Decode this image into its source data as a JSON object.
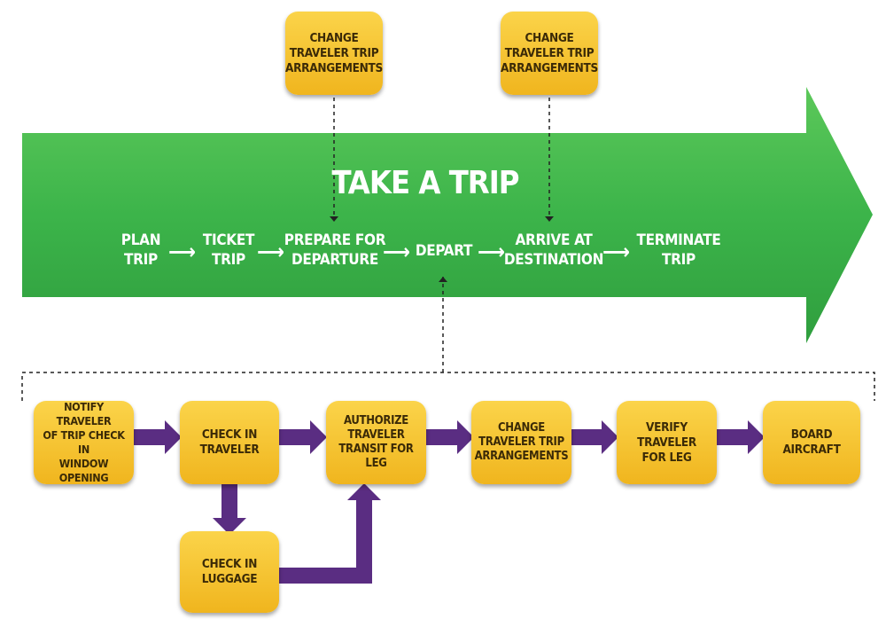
{
  "title": "TAKE A TRIP",
  "top_callouts": [
    {
      "label": "CHANGE\nTRAVELER TRIP\nARRANGEMENTS"
    },
    {
      "label": "CHANGE\nTRAVELER TRIP\nARRANGEMENTS"
    }
  ],
  "steps": [
    {
      "label": "PLAN\nTRIP"
    },
    {
      "label": "TICKET\nTRIP"
    },
    {
      "label": "PREPARE FOR\nDEPARTURE"
    },
    {
      "label": "DEPART"
    },
    {
      "label": "ARRIVE AT\nDESTINATION"
    },
    {
      "label": "TERMINATE\nTRIP"
    }
  ],
  "flow_boxes": [
    {
      "label": "NOTIFY TRAVELER\nOF TRIP CHECK IN\nWINDOW OPENING"
    },
    {
      "label": "CHECK IN\nTRAVELER"
    },
    {
      "label": "AUTHORIZE\nTRAVELER\nTRANSIT FOR LEG"
    },
    {
      "label": "CHANGE\nTRAVELER TRIP\nARRANGEMENTS"
    },
    {
      "label": "VERIFY\nTRAVELER\nFOR LEG"
    },
    {
      "label": "BOARD\nAIRCRAFT"
    }
  ],
  "luggage_box": {
    "label": "CHECK IN\nLUGGAGE"
  },
  "colors": {
    "arrow_green": "#3cb44a",
    "box_yellow": "#f5c22c",
    "flow_purple": "#5a2d82",
    "text_white": "#ffffff"
  }
}
